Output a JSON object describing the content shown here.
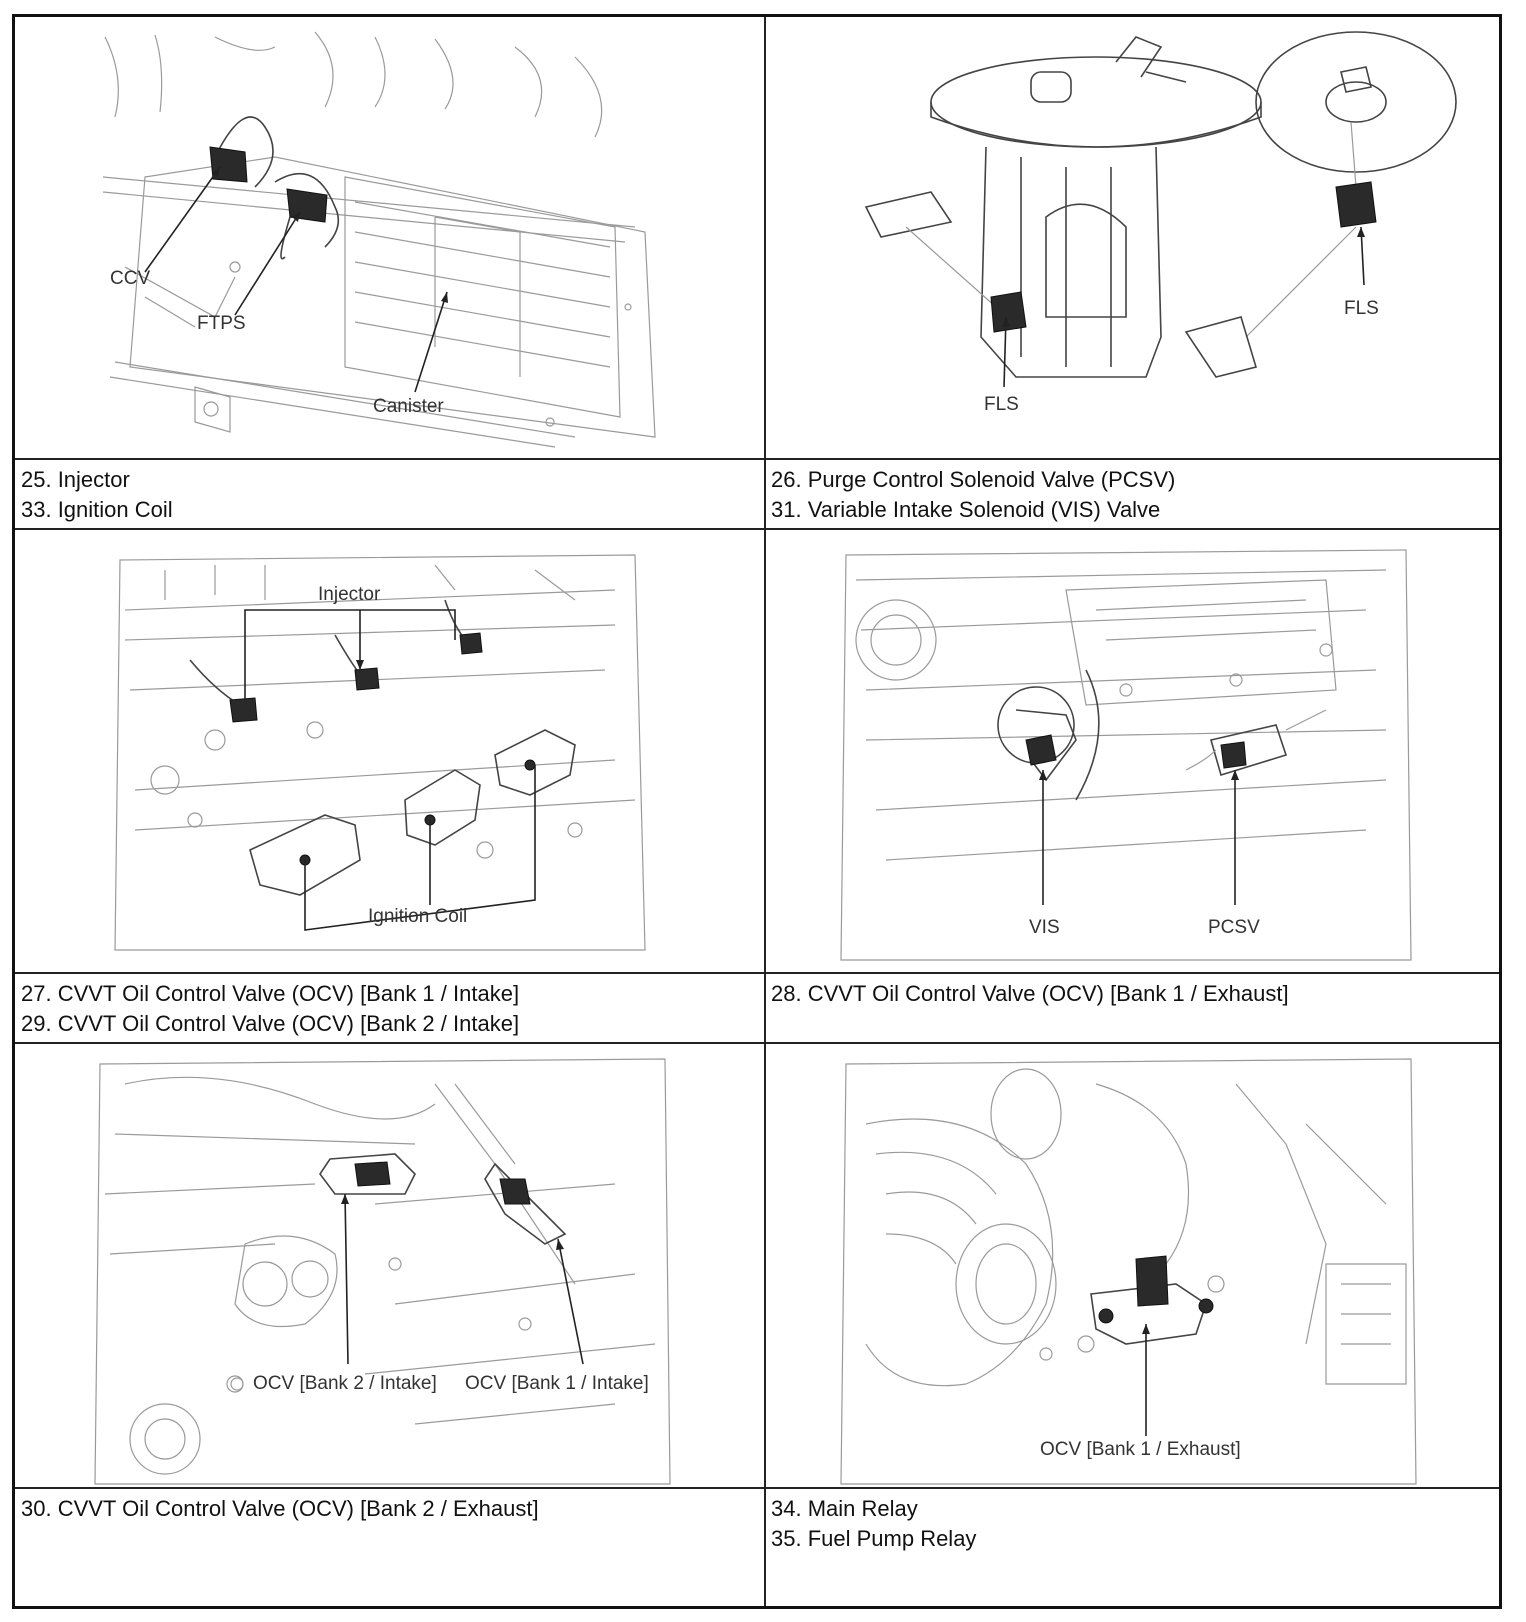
{
  "panels": [
    {
      "id": "canister",
      "labels": {
        "ccv": "CCV",
        "ftps": "FTPS",
        "canister": "Canister"
      }
    },
    {
      "id": "fuel-pump",
      "labels": {
        "fls_left": "FLS",
        "fls_right": "FLS"
      }
    },
    {
      "id": "injector-coil",
      "labels": {
        "injector": "Injector",
        "ignition_coil": "Ignition Coil"
      }
    },
    {
      "id": "vis-pcsv",
      "labels": {
        "vis": "VIS",
        "pcsv": "PCSV"
      }
    },
    {
      "id": "ocv-intake",
      "labels": {
        "bank2_intake": "OCV [Bank 2 / Intake]",
        "bank1_intake": "OCV [Bank 1 / Intake]"
      }
    },
    {
      "id": "ocv-exhaust",
      "labels": {
        "bank1_exhaust": "OCV [Bank 1 / Exhaust]"
      }
    }
  ],
  "captions": {
    "row1_left": [
      "25. Injector",
      "33. Ignition Coil"
    ],
    "row1_right": [
      "26. Purge Control Solenoid Valve (PCSV)",
      "31. Variable Intake Solenoid (VIS) Valve"
    ],
    "row2_left": [
      "27. CVVT Oil Control Valve (OCV) [Bank 1 / Intake]",
      "29. CVVT Oil Control Valve (OCV) [Bank 2 / Intake]"
    ],
    "row2_right": [
      "28. CVVT Oil Control Valve (OCV) [Bank 1 / Exhaust]"
    ],
    "row3_left": [
      "30. CVVT Oil Control Valve (OCV) [Bank 2 / Exhaust]"
    ],
    "row3_right": [
      "34. Main Relay",
      "35. Fuel Pump Relay"
    ]
  }
}
